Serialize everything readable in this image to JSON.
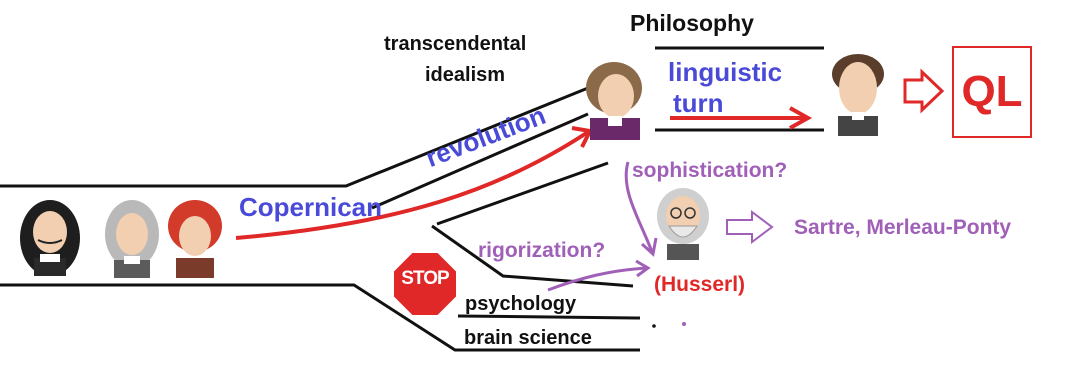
{
  "labels": {
    "philosophy": "Philosophy",
    "transcendental": "transcendental",
    "idealism": "idealism",
    "linguistic": "linguistic",
    "turn": "turn",
    "ql": "QL",
    "revolution": "revolution",
    "copernican": "Copernican",
    "sophistication": "sophistication?",
    "sartre": "Sartre, Merleau-Ponty",
    "rigorization": "rigorization?",
    "husserl": "(Husserl)",
    "stop": "STOP",
    "psychology": "psychology",
    "brain_science": "brain science"
  },
  "colors": {
    "road": "#111111",
    "arrow_red": "#e02828",
    "arrow_purple": "#a060b8",
    "text_blue": "#4a4ad8",
    "text_purple": "#a060b8",
    "text_red": "#e02828",
    "stop_sign": "#e02828"
  },
  "figures": [
    {
      "name": "descartes-portrait",
      "hair": "#1e1e1e",
      "skin": "#f1cfb0"
    },
    {
      "name": "hume-portrait",
      "hair": "#b9b9b9",
      "skin": "#f1cfb0"
    },
    {
      "name": "locke-portrait",
      "hair": "#d23a2a",
      "skin": "#f1cfb0"
    },
    {
      "name": "kant-portrait",
      "hair": "#8b6a4a",
      "skin": "#f1cfb0"
    },
    {
      "name": "wittgenstein-portrait",
      "hair": "#5a3d2a",
      "skin": "#f1cfb0"
    },
    {
      "name": "husserl-portrait",
      "hair": "#cfcfcf",
      "skin": "#f1cfb0"
    }
  ]
}
